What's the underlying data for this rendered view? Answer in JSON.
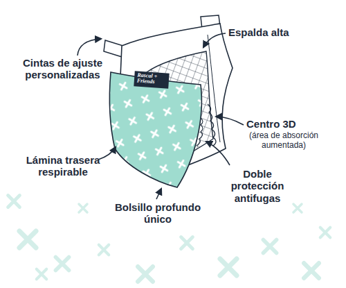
{
  "diagram": {
    "labels": [
      "Espalda alta",
      "Cintas de ajuste personalizadas",
      "Centro 3D",
      "(área de absorción aumentada)",
      "Lámina trasera respirable",
      "Doble protección antifugas",
      "Bolsillo profundo único",
      "Rascal + Friends"
    ]
  }
}
